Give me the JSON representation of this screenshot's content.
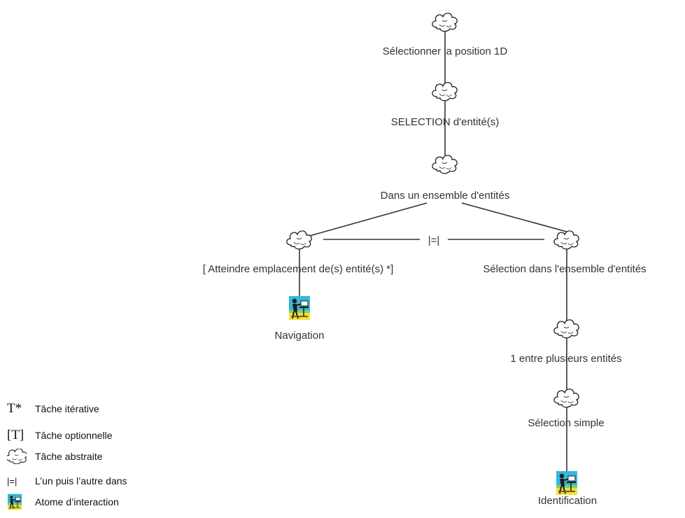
{
  "diagram": {
    "nodes": [
      {
        "id": "n1",
        "label": "Sélectionner la position 1D",
        "icon": "cloud-icon"
      },
      {
        "id": "n2",
        "label": "SELECTION d'entité(s)",
        "icon": "cloud-icon"
      },
      {
        "id": "n3",
        "label": "Dans un ensemble d'entités",
        "icon": "cloud-icon"
      },
      {
        "id": "n4",
        "label": "[ Atteindre emplacement de(s) entité(s) *]",
        "icon": "cloud-icon"
      },
      {
        "id": "n5",
        "label": "Sélection dans l'ensemble d'entités",
        "icon": "cloud-icon"
      },
      {
        "id": "n6",
        "label": "Navigation",
        "icon": "interaction-atom-icon"
      },
      {
        "id": "n7",
        "label": "1 entre plusieurs entités",
        "icon": "cloud-icon"
      },
      {
        "id": "n8",
        "label": "Sélection simple",
        "icon": "cloud-icon"
      },
      {
        "id": "n9",
        "label": "Identification",
        "icon": "interaction-atom-icon"
      }
    ],
    "operator": "|=|"
  },
  "legend": [
    {
      "symbol": "T*",
      "label": "Tâche itérative"
    },
    {
      "symbol": "[T]",
      "label": "Tâche optionnelle"
    },
    {
      "symbol": "cloud-icon",
      "label": "Tâche abstraite"
    },
    {
      "symbol": "|=|",
      "label": "L’un puis l’autre dans"
    },
    {
      "symbol": "interaction-atom-icon",
      "label": "Atome d’interaction"
    }
  ]
}
